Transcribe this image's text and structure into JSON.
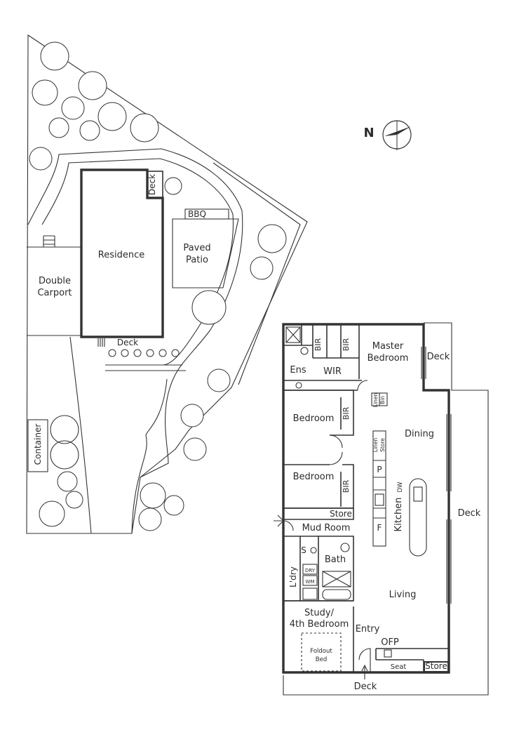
{
  "north_label": "N",
  "site": {
    "residence": "Residence",
    "deck_top": "Deck",
    "deck_bottom": "Deck",
    "bbq": "BBQ",
    "paved_patio": [
      "Paved",
      "Patio"
    ],
    "double_carport": [
      "Double",
      "Carport"
    ],
    "container": "Container"
  },
  "rooms": {
    "bir1": "BIR",
    "bir2": "BIR",
    "master_bedroom": [
      "Master",
      "Bedroom"
    ],
    "deck_master": "Deck",
    "ens": "Ens",
    "wir": "WIR",
    "linen1": "Linen",
    "bin": "Bin",
    "bedroom1": "Bedroom",
    "bir3": "BIR",
    "dining": "Dining",
    "linen2": "Linen",
    "store_small": "Store",
    "p": "P",
    "bedroom2": "Bedroom",
    "bir4": "BIR",
    "dw": "DW",
    "kitchen": "Kitchen",
    "f": "F",
    "deck_right": "Deck",
    "store_hall": "Store",
    "mud_room": "Mud Room",
    "s": "S",
    "bath": "Bath",
    "dry": "DRY",
    "wm": "WM",
    "laundry": "L'dry",
    "living": "Living",
    "study": [
      "Study/",
      "4th Bedroom"
    ],
    "entry": "Entry",
    "ofp": "OFP",
    "foldout_bed": [
      "Foldout",
      "Bed"
    ],
    "seat": "Seat",
    "store_bottom": "Store",
    "deck_bottom": "Deck"
  }
}
